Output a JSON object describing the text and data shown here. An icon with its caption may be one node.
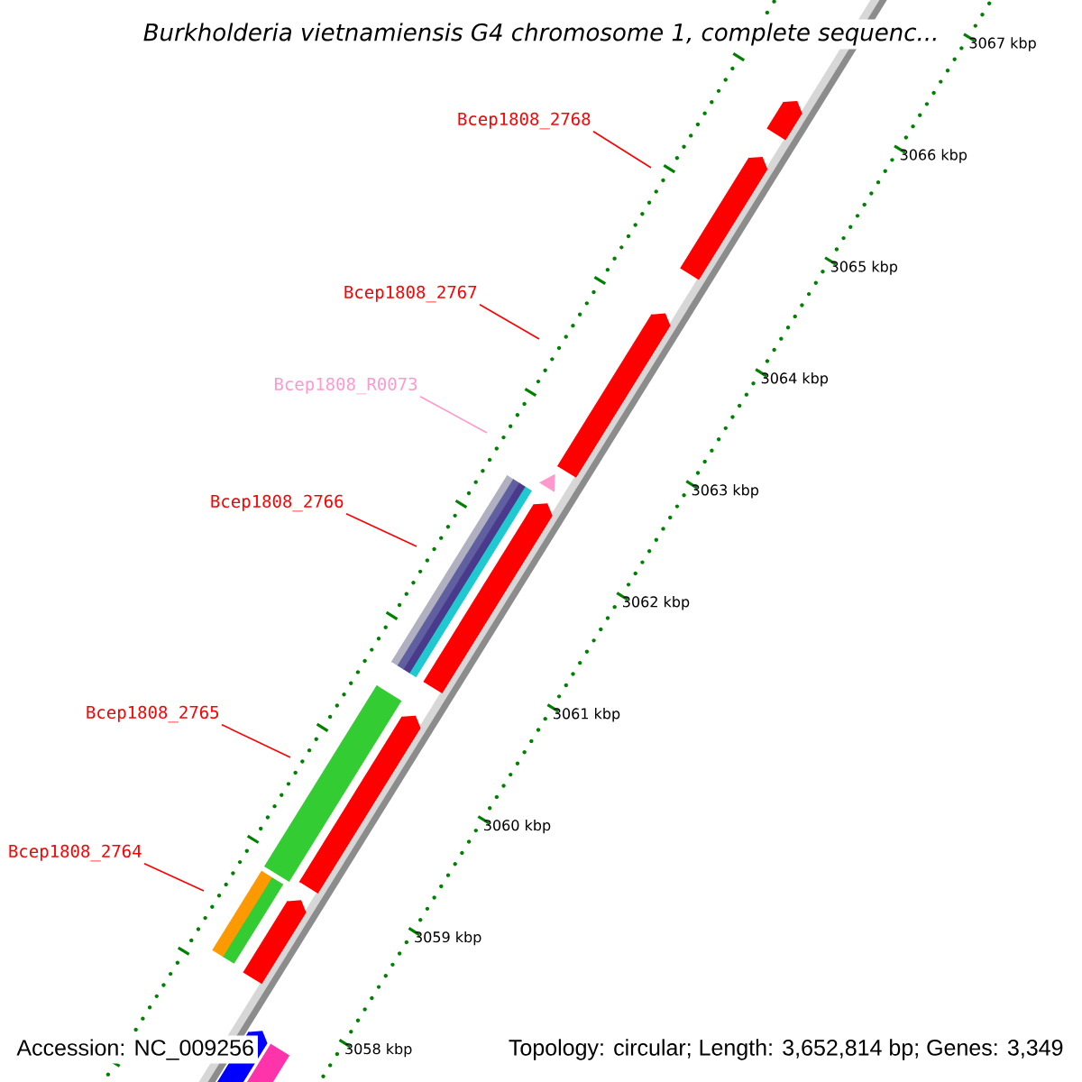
{
  "diagram": {
    "title": "Burkholderia vietnamiensis G4 chromosome 1, complete sequenc...",
    "nodes": [
      {
        "text": [
          "Bcep1808_2768"
        ]
      },
      {
        "text": [
          "Bcep1808_2767"
        ]
      },
      {
        "text": [
          "Bcep1808_R0073"
        ]
      },
      {
        "text": [
          "Bcep1808_2766"
        ]
      },
      {
        "text": [
          "Bcep1808_2765"
        ]
      },
      {
        "text": [
          "Bcep1808_2764"
        ]
      }
    ],
    "edges": [
      {
        "from": 0,
        "to": null,
        "arrow": "none"
      },
      {
        "from": 1,
        "to": null,
        "arrow": "none"
      },
      {
        "from": 2,
        "to": null,
        "arrow": "none",
        "color": "#ff99cc"
      },
      {
        "from": 3,
        "to": null,
        "arrow": "none"
      },
      {
        "from": 4,
        "to": null,
        "arrow": "none"
      },
      {
        "from": 5,
        "to": null,
        "arrow": "none"
      }
    ],
    "labels": [
      "3067 kbp",
      "3066 kbp",
      "3065 kbp",
      "3064 kbp",
      "3063 kbp",
      "3062 kbp",
      "3061 kbp",
      "3060 kbp",
      "3059 kbp",
      "3058 kbp",
      "Accession: NC_009256",
      "Topology: circular; Length: 3,652,814 bp; Genes: 3,349"
    ]
  }
}
